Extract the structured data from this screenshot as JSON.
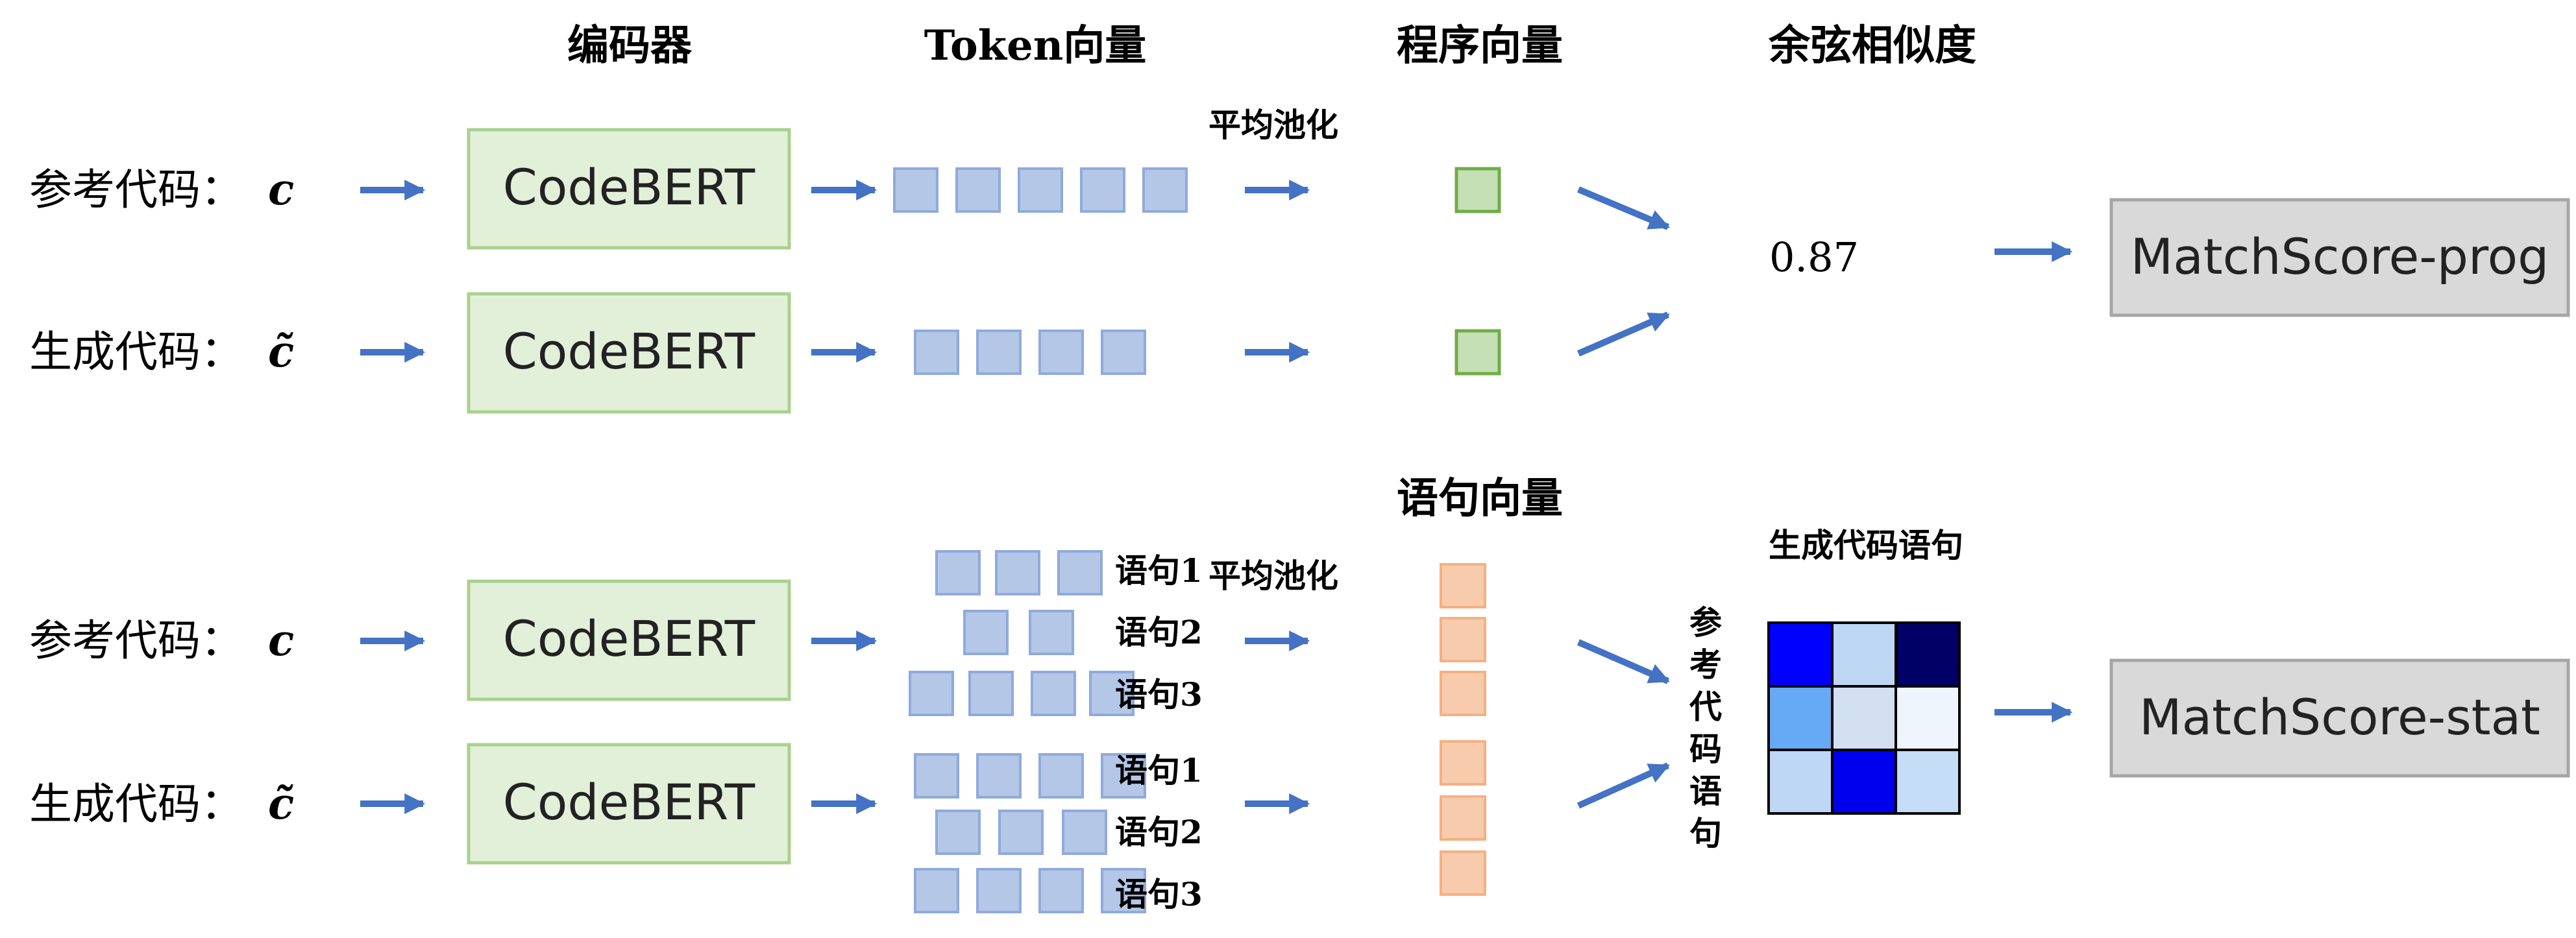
{
  "headers": {
    "encoder": "编码器",
    "token_vectors": "Token向量",
    "program_vectors": "程序向量",
    "cosine_similarity": "余弦相似度",
    "statement_vectors": "语句向量",
    "generated_code_statements": "生成代码语句"
  },
  "rows": {
    "ref_code_label": "参考代码：",
    "gen_code_label": "生成代码：",
    "ref_symbol": "c",
    "gen_symbol": "c̃",
    "encoder_name": "CodeBERT"
  },
  "pooling_label": "平均池化",
  "similarity_value": "0.87",
  "statements": {
    "s1": "语句1",
    "s2": "语句2",
    "s3": "语句3"
  },
  "ref_code_statements_vertical": [
    "参",
    "考",
    "代",
    "码",
    "语",
    "句"
  ],
  "outputs": {
    "prog": "MatchScore-prog",
    "stat": "MatchScore-stat"
  },
  "colors": {
    "arrow": "#4472C4",
    "encoder_fill": "#E2F0D9",
    "encoder_stroke": "#A9D18E",
    "token_fill": "#B4C7E7",
    "token_stroke": "#8FAADC",
    "program_fill": "#C5E0B4",
    "program_stroke": "#70AD47",
    "statement_fill": "#F8CBAD",
    "statement_stroke": "#F4B183",
    "output_fill": "#D9D9D9",
    "output_stroke": "#A6A6A6"
  },
  "heatmap": [
    [
      "#0000FF",
      "#BDD7F5",
      "#000066"
    ],
    [
      "#66AAF5",
      "#D2E0F2",
      "#EEF5FC"
    ],
    [
      "#BDD7F5",
      "#0000EE",
      "#C5DDF6"
    ]
  ]
}
